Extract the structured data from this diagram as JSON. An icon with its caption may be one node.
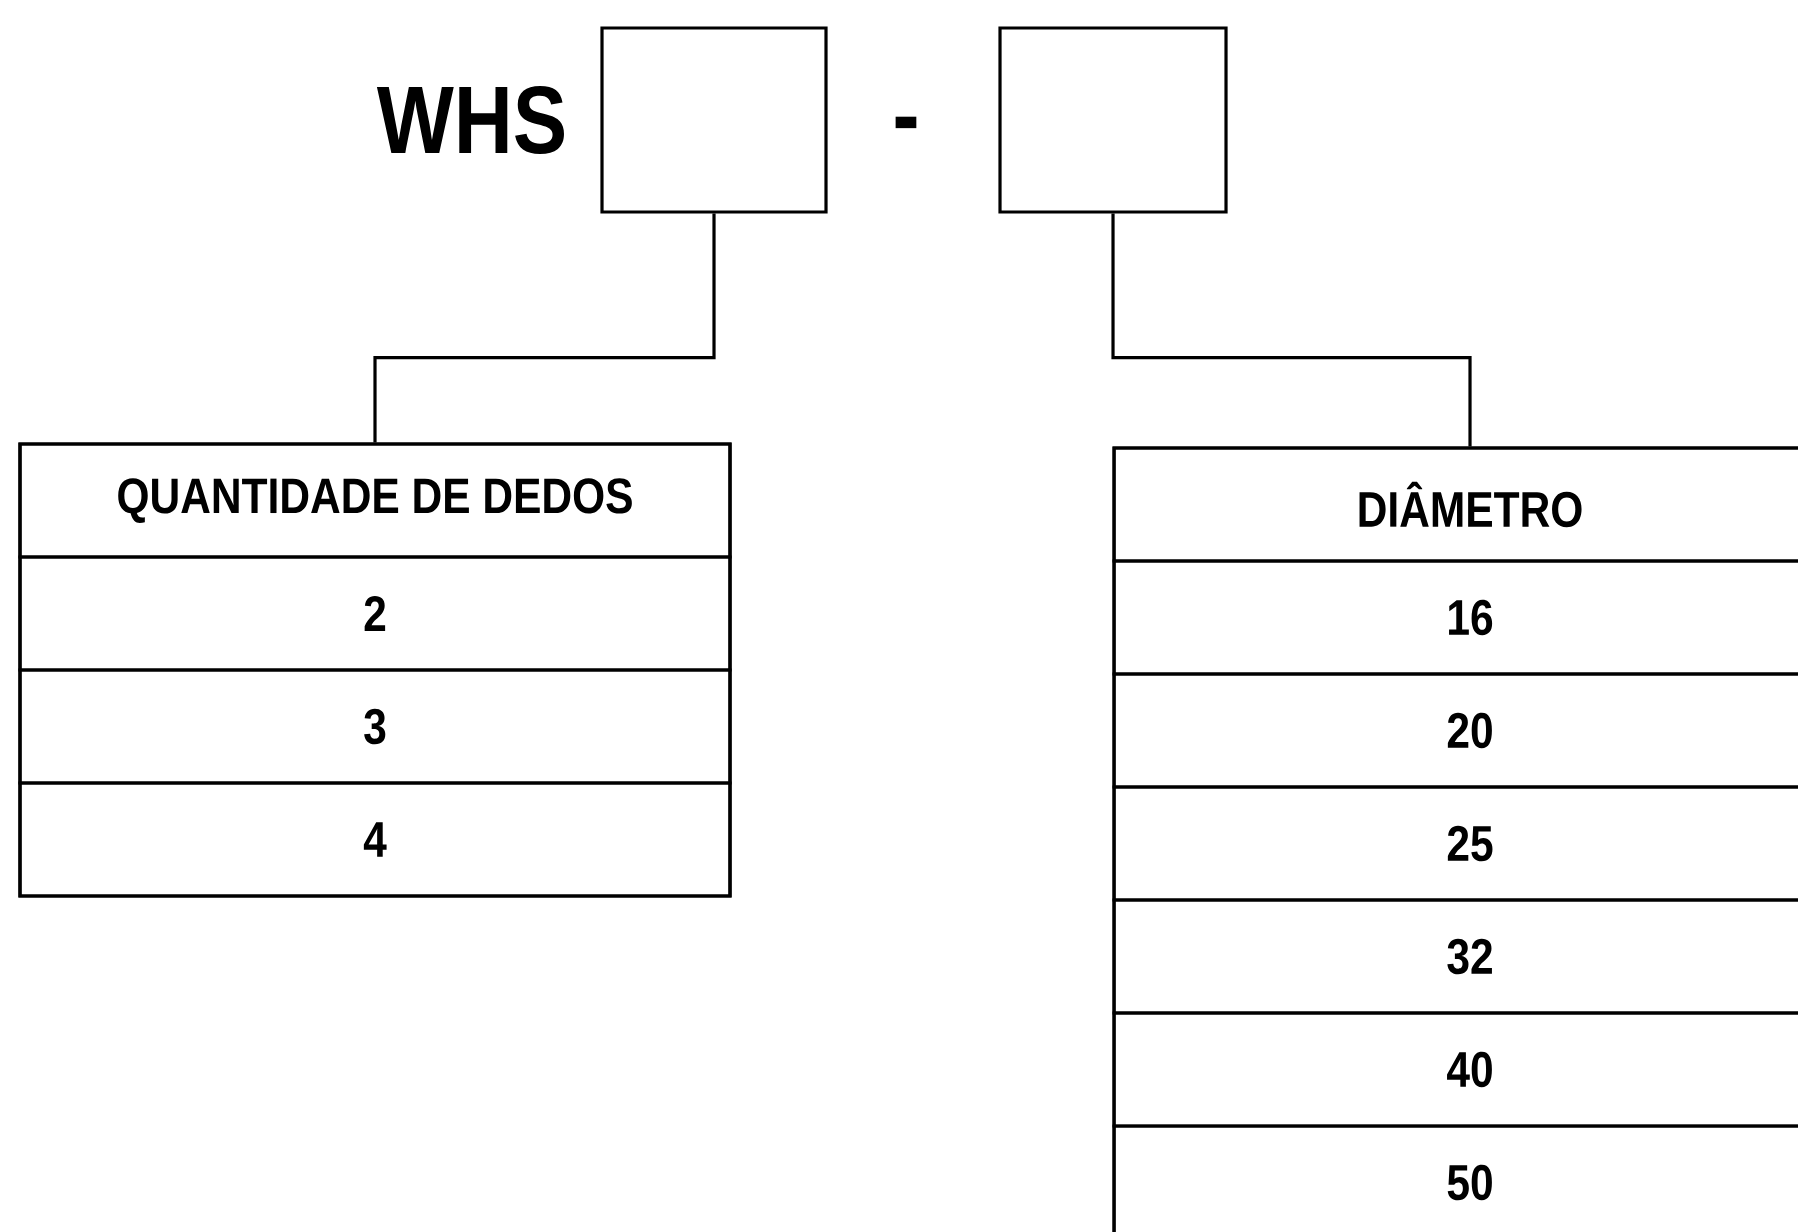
{
  "diagram": {
    "nodes": [
      {
        "text": [],
        "shape": "box"
      },
      {
        "text": [],
        "shape": "box"
      },
      {
        "text": [
          "QUANTIDADE DE DEDOS",
          "2",
          "3",
          "4"
        ]
      },
      {
        "text": [
          "DIÂMETRO",
          "16",
          "20",
          "25",
          "32",
          "40",
          "50"
        ]
      }
    ],
    "edges": [
      {
        "from": 0,
        "to": 2,
        "arrow": "none"
      },
      {
        "from": 1,
        "to": 3,
        "arrow": "none"
      }
    ],
    "labels": [
      "WHS",
      "-"
    ]
  }
}
